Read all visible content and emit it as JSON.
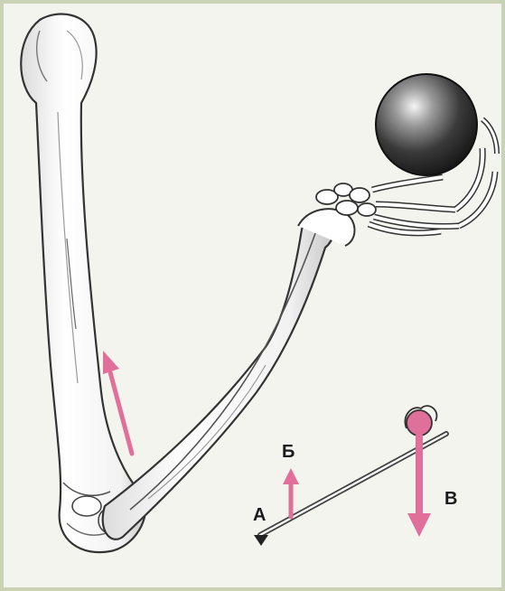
{
  "labels": {
    "a": "А",
    "b": "Б",
    "v": "В"
  },
  "colors": {
    "bone": "#ffffff",
    "bone_outline": "#3a3a3a",
    "bone_shade": "#b9b9b9",
    "force_arrow": "#e0709a",
    "ball": "#2b2b2b",
    "lever": "#555555"
  },
  "icons": {
    "fulcrum": "triangle-fulcrum-icon",
    "force_up": "arrow-up-icon",
    "weight_down": "arrow-down-icon"
  }
}
